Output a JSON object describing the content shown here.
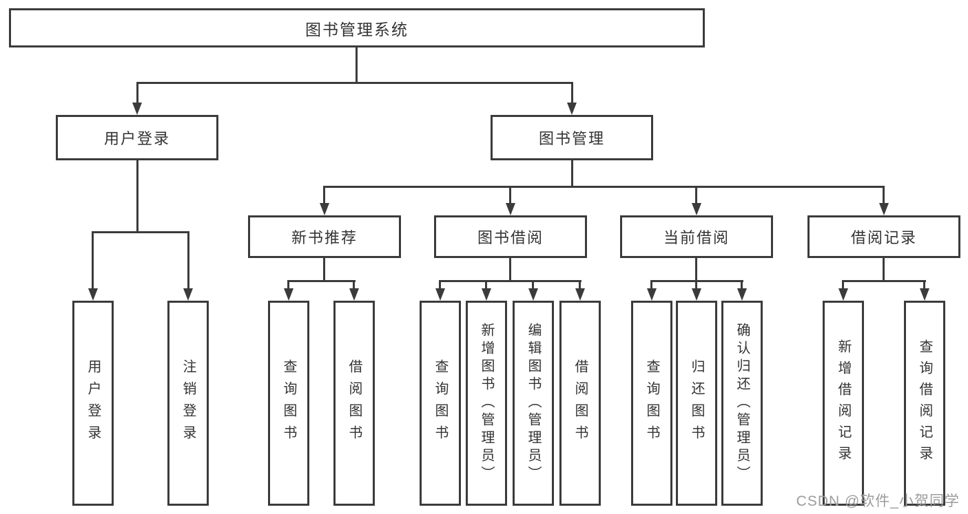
{
  "diagram": {
    "root": {
      "label": "图书管理系统"
    },
    "level2": [
      {
        "label": "用户登录"
      },
      {
        "label": "图书管理"
      }
    ],
    "level3": [
      {
        "label": "新书推荐"
      },
      {
        "label": "图书借阅"
      },
      {
        "label": "当前借阅"
      },
      {
        "label": "借阅记录"
      }
    ],
    "leaves": {
      "user_login": [
        "用户登录",
        "注销登录"
      ],
      "new_book": [
        "查询图书",
        "借阅图书"
      ],
      "book_borrow": [
        "查询图书",
        "新增图书（管理员）",
        "编辑图书（管理员）",
        "借阅图书"
      ],
      "current_borrow": [
        "查询图书",
        "归还图书",
        "确认归还（管理员）"
      ],
      "borrow_records": [
        "新增借阅记录",
        "查询借阅记录"
      ]
    }
  },
  "watermark": "CSDN @软件_小贺同学",
  "colors": {
    "line": "#3b3b3b",
    "text": "#333333",
    "watermark": "#9c9c9c",
    "background": "#ffffff"
  }
}
